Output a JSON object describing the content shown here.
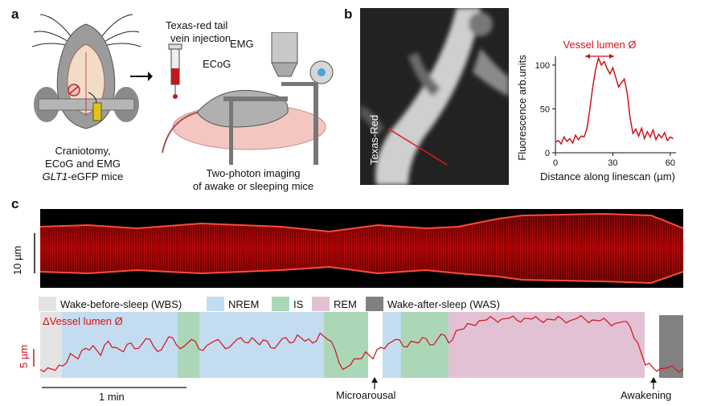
{
  "panels": {
    "a": "a",
    "b": "b",
    "c": "c"
  },
  "panel_a": {
    "label_left": [
      "Craniotomy,",
      "ECoG and EMG"
    ],
    "label_left_italic": "GLT1",
    "label_left_suffix": "-eGFP mice",
    "injection": [
      "Texas-red tail",
      "vein injection"
    ],
    "emg": "EMG",
    "ecog": "ECoG",
    "imaging": [
      "Two-photon imaging",
      "of awake or sleeping mice"
    ]
  },
  "panel_b": {
    "micrograph_label": "Texas-Red",
    "chart_data": {
      "type": "line",
      "title": "Vessel lumen Ø",
      "xlabel": "Distance along linescan (µm)",
      "ylabel": "Fluorescence arb.units",
      "xlim": [
        0,
        63
      ],
      "ylim": [
        0,
        110
      ],
      "xticks": [
        0,
        30,
        60
      ],
      "yticks": [
        0,
        50,
        100
      ],
      "series_color": "#d0121b",
      "x": [
        0,
        1.5,
        3,
        4.5,
        6,
        7.5,
        9,
        10.5,
        12,
        13.5,
        15,
        16.5,
        18,
        19.5,
        21,
        22.5,
        24,
        25.5,
        27,
        28.5,
        30,
        31.5,
        33,
        34.5,
        36,
        37.5,
        39,
        40.5,
        42,
        43.5,
        45,
        46.5,
        48,
        49.5,
        51,
        52.5,
        54,
        55.5,
        57,
        58.5,
        60,
        61.5
      ],
      "y": [
        12,
        14,
        10,
        18,
        13,
        16,
        11,
        20,
        15,
        19,
        18,
        28,
        50,
        75,
        95,
        108,
        100,
        104,
        96,
        90,
        97,
        86,
        75,
        80,
        84,
        68,
        40,
        22,
        27,
        19,
        28,
        16,
        24,
        18,
        26,
        15,
        21,
        17,
        23,
        14,
        18,
        16
      ]
    }
  },
  "panel_c": {
    "scale_kymograph": "10 µm",
    "legend": [
      {
        "label": "Wake-before-sleep (WBS)",
        "color": "#e3e3e3"
      },
      {
        "label": "NREM",
        "color": "#c4dcef"
      },
      {
        "label": "IS",
        "color": "#abd7b8"
      },
      {
        "label": "REM",
        "color": "#e3c1d4"
      },
      {
        "label": "Wake-after-sleep (WAS)",
        "color": "#818181"
      }
    ],
    "trace_label": "ΔVessel lumen Ø",
    "scale_trace": "5 µm",
    "time_scale": "1 min",
    "microarousal": "Microarousal",
    "awakening": "Awakening",
    "chart_data": {
      "type": "line",
      "title": "",
      "xlabel": "",
      "ylabel": "ΔVessel lumen Ø",
      "series_color": "#d0121b",
      "x_min": [
        0,
        0.1,
        0.2,
        0.3,
        0.4,
        0.5,
        0.6,
        0.7,
        0.8,
        0.9,
        1.0,
        1.1,
        1.2,
        1.3,
        1.4,
        1.5,
        1.6,
        1.7,
        1.8,
        1.9,
        2.0,
        2.1,
        2.2,
        2.3,
        2.4,
        2.5,
        2.6,
        2.7,
        2.8,
        2.9,
        3.0,
        3.1,
        3.2,
        3.3,
        3.4,
        3.5,
        3.6,
        3.7,
        3.8,
        3.9,
        4.0,
        4.1,
        4.2,
        4.3,
        4.4,
        4.5,
        4.6,
        4.7,
        4.8,
        4.9,
        5.0,
        5.1,
        5.2,
        5.3,
        5.4,
        5.5,
        5.6,
        5.7,
        5.8,
        5.9,
        6.0,
        6.1,
        6.2,
        6.3,
        6.4,
        6.5,
        6.6,
        6.7,
        6.8,
        6.9,
        7.0,
        7.1,
        7.2,
        7.3,
        7.4,
        7.5,
        7.6,
        7.7,
        7.8,
        7.9,
        8.0,
        8.1,
        8.2,
        8.3,
        8.4,
        8.5
      ],
      "y_um": [
        0.4,
        0.6,
        0.3,
        0.8,
        2.2,
        1.6,
        2.8,
        3.1,
        2.0,
        3.6,
        2.9,
        2.4,
        3.4,
        2.8,
        3.9,
        3.0,
        2.6,
        4.1,
        3.2,
        3.0,
        3.8,
        2.7,
        3.1,
        3.6,
        3.3,
        2.9,
        3.8,
        3.5,
        4.0,
        3.2,
        3.6,
        2.8,
        3.9,
        3.4,
        4.3,
        3.6,
        3.4,
        4.5,
        3.8,
        2.6,
        0.4,
        0.9,
        1.6,
        2.4,
        1.6,
        2.9,
        3.3,
        3.8,
        3.0,
        3.6,
        3.4,
        3.9,
        3.2,
        4.4,
        3.4,
        4.8,
        5.0,
        5.5,
        5.9,
        6.0,
        6.1,
        6.1,
        6.2,
        6.0,
        6.2,
        6.1,
        6.0,
        6.1,
        6.0,
        6.1,
        5.9,
        6.2,
        6.1,
        6.0,
        5.9,
        5.8,
        5.6,
        5.8,
        5.2,
        3.4,
        0.9,
        0.6,
        0.5,
        0.6,
        0.4,
        0.5
      ]
    }
  }
}
